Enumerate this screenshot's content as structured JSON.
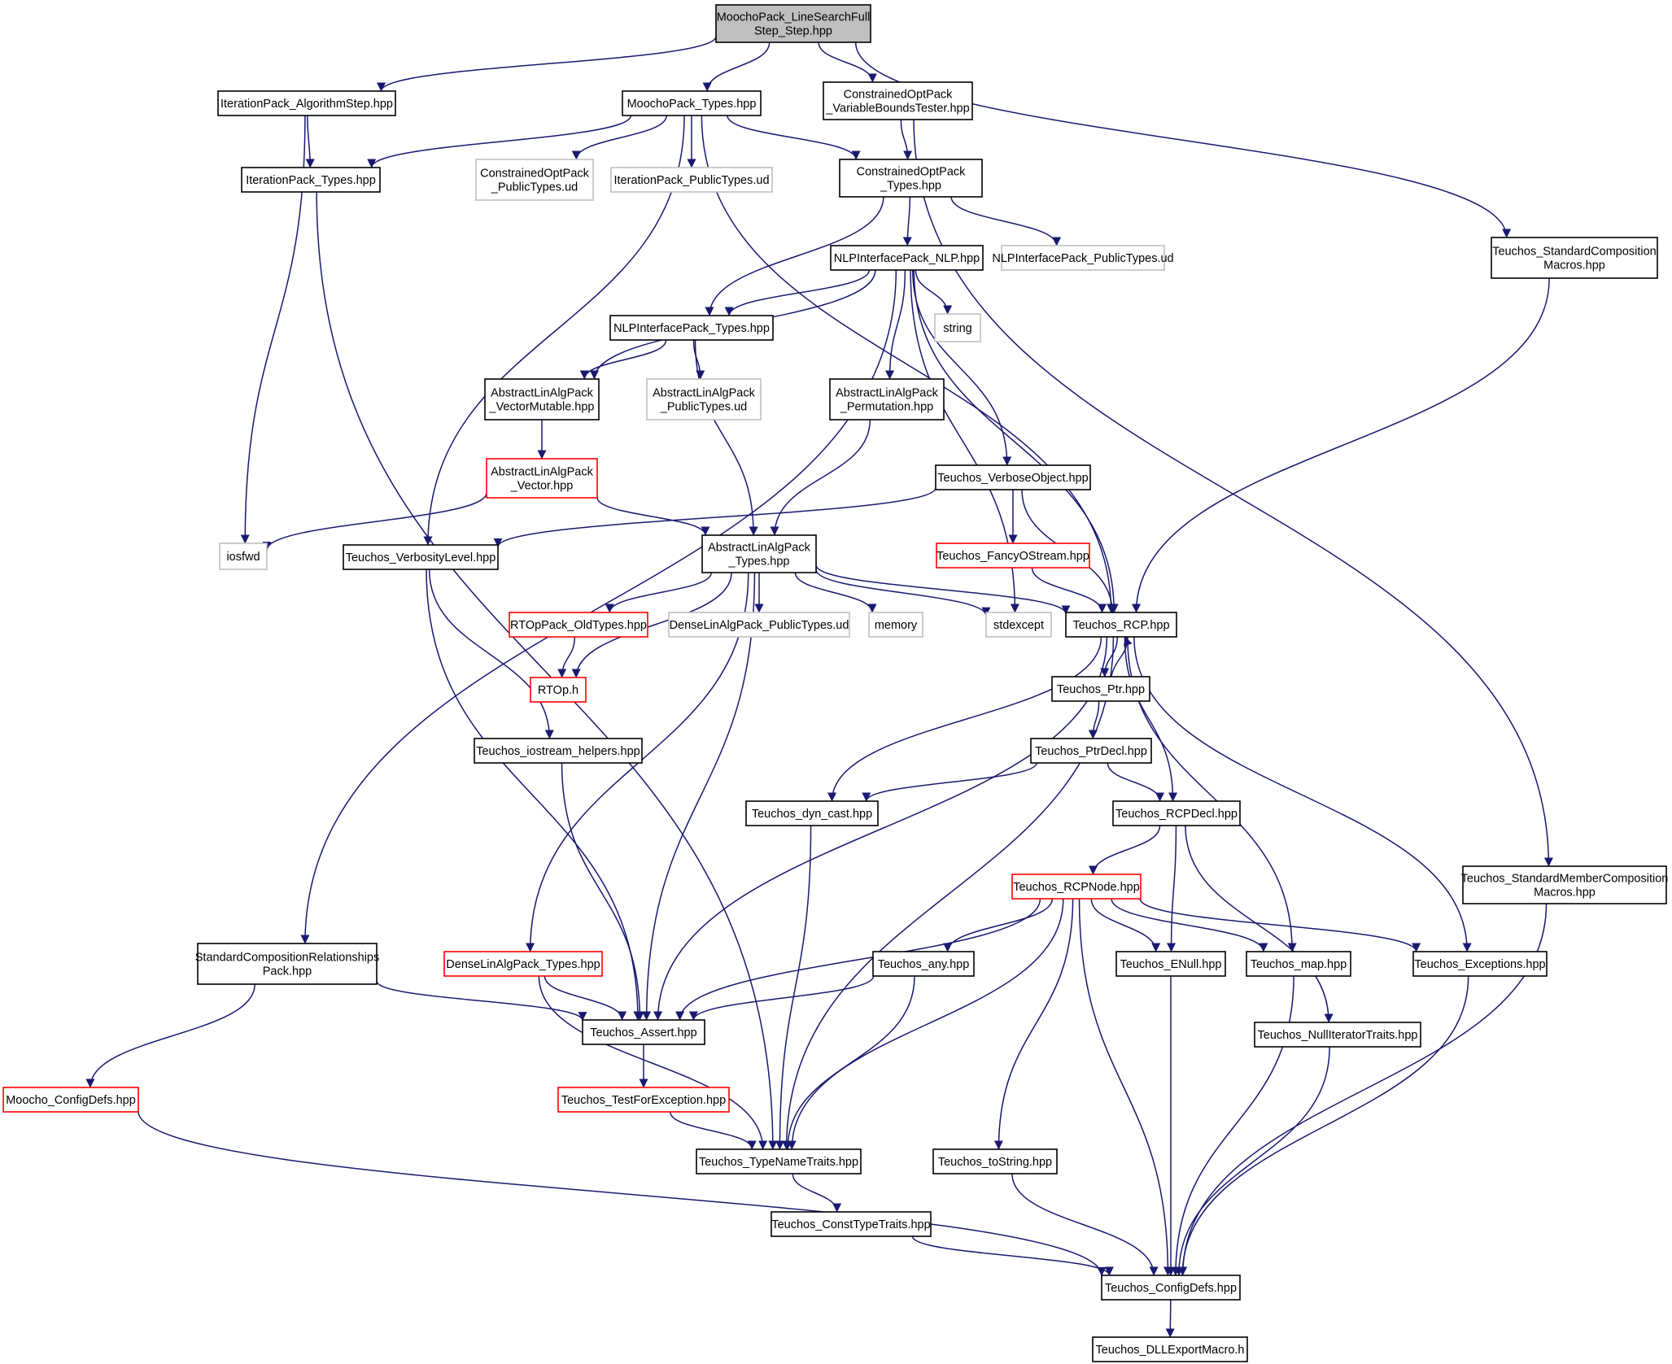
{
  "colors": {
    "edge": "#191970",
    "root_fill": "#bfbfbf",
    "normal_border": "#000000",
    "leaf_border": "#bfbfbf",
    "red_border": "#ff0000",
    "background": "#ffffff"
  },
  "nodes": [
    {
      "id": "root",
      "lines": [
        "MoochoPack_LineSearchFull",
        "Step_Step.hpp"
      ],
      "style": "root"
    },
    {
      "id": "itp_algstep",
      "lines": [
        "IterationPack_AlgorithmStep.hpp"
      ],
      "style": "normal"
    },
    {
      "id": "moocho_types",
      "lines": [
        "MoochoPack_Types.hpp"
      ],
      "style": "normal"
    },
    {
      "id": "cop_vbt",
      "lines": [
        "ConstrainedOptPack",
        "_VariableBoundsTester.hpp"
      ],
      "style": "normal"
    },
    {
      "id": "itp_types",
      "lines": [
        "IterationPack_Types.hpp"
      ],
      "style": "normal"
    },
    {
      "id": "cop_public_ud",
      "lines": [
        "ConstrainedOptPack",
        "_PublicTypes.ud"
      ],
      "style": "leaf"
    },
    {
      "id": "itp_public_ud",
      "lines": [
        "IterationPack_PublicTypes.ud"
      ],
      "style": "leaf"
    },
    {
      "id": "cop_types",
      "lines": [
        "ConstrainedOptPack",
        "_Types.hpp"
      ],
      "style": "normal"
    },
    {
      "id": "teuchos_stdcomp",
      "lines": [
        "Teuchos_StandardComposition",
        "Macros.hpp"
      ],
      "style": "normal"
    },
    {
      "id": "nlp",
      "lines": [
        "NLPInterfacePack_NLP.hpp"
      ],
      "style": "normal"
    },
    {
      "id": "nlp_public_ud",
      "lines": [
        "NLPInterfacePack_PublicTypes.ud"
      ],
      "style": "leaf"
    },
    {
      "id": "nlp_types",
      "lines": [
        "NLPInterfacePack_Types.hpp"
      ],
      "style": "normal"
    },
    {
      "id": "string",
      "lines": [
        "string"
      ],
      "style": "leaf"
    },
    {
      "id": "ala_vecmut",
      "lines": [
        "AbstractLinAlgPack",
        "_VectorMutable.hpp"
      ],
      "style": "normal"
    },
    {
      "id": "ala_public_ud",
      "lines": [
        "AbstractLinAlgPack",
        "_PublicTypes.ud"
      ],
      "style": "leaf"
    },
    {
      "id": "ala_perm",
      "lines": [
        "AbstractLinAlgPack",
        "_Permutation.hpp"
      ],
      "style": "normal"
    },
    {
      "id": "ala_vector",
      "lines": [
        "AbstractLinAlgPack",
        "_Vector.hpp"
      ],
      "style": "red"
    },
    {
      "id": "teuchos_verbobj",
      "lines": [
        "Teuchos_VerboseObject.hpp"
      ],
      "style": "normal"
    },
    {
      "id": "iosfwd",
      "lines": [
        "iosfwd"
      ],
      "style": "leaf"
    },
    {
      "id": "teuchos_verblevel",
      "lines": [
        "Teuchos_VerbosityLevel.hpp"
      ],
      "style": "normal"
    },
    {
      "id": "ala_types",
      "lines": [
        "AbstractLinAlgPack",
        "_Types.hpp"
      ],
      "style": "normal"
    },
    {
      "id": "teuchos_fancy",
      "lines": [
        "Teuchos_FancyOStream.hpp"
      ],
      "style": "red"
    },
    {
      "id": "rtop_old",
      "lines": [
        "RTOpPack_OldTypes.hpp"
      ],
      "style": "red"
    },
    {
      "id": "dla_public_ud",
      "lines": [
        "DenseLinAlgPack_PublicTypes.ud"
      ],
      "style": "leaf"
    },
    {
      "id": "memory",
      "lines": [
        "memory"
      ],
      "style": "leaf"
    },
    {
      "id": "stdexcept",
      "lines": [
        "stdexcept"
      ],
      "style": "leaf"
    },
    {
      "id": "teuchos_rcp",
      "lines": [
        "Teuchos_RCP.hpp"
      ],
      "style": "normal"
    },
    {
      "id": "rtop_h",
      "lines": [
        "RTOp.h"
      ],
      "style": "red"
    },
    {
      "id": "teuchos_ptr",
      "lines": [
        "Teuchos_Ptr.hpp"
      ],
      "style": "normal"
    },
    {
      "id": "teuchos_iostream",
      "lines": [
        "Teuchos_iostream_helpers.hpp"
      ],
      "style": "normal"
    },
    {
      "id": "teuchos_ptrdecl",
      "lines": [
        "Teuchos_PtrDecl.hpp"
      ],
      "style": "normal"
    },
    {
      "id": "teuchos_dyncast",
      "lines": [
        "Teuchos_dyn_cast.hpp"
      ],
      "style": "normal"
    },
    {
      "id": "teuchos_rcpdecl",
      "lines": [
        "Teuchos_RCPDecl.hpp"
      ],
      "style": "normal"
    },
    {
      "id": "teuchos_stdmember",
      "lines": [
        "Teuchos_StandardMemberComposition",
        "Macros.hpp"
      ],
      "style": "normal"
    },
    {
      "id": "teuchos_rcpnode",
      "lines": [
        "Teuchos_RCPNode.hpp"
      ],
      "style": "red"
    },
    {
      "id": "scr_pack",
      "lines": [
        "StandardCompositionRelationships",
        "Pack.hpp"
      ],
      "style": "normal"
    },
    {
      "id": "dla_types",
      "lines": [
        "DenseLinAlgPack_Types.hpp"
      ],
      "style": "red"
    },
    {
      "id": "teuchos_any",
      "lines": [
        "Teuchos_any.hpp"
      ],
      "style": "normal"
    },
    {
      "id": "teuchos_enull",
      "lines": [
        "Teuchos_ENull.hpp"
      ],
      "style": "normal"
    },
    {
      "id": "teuchos_map",
      "lines": [
        "Teuchos_map.hpp"
      ],
      "style": "normal"
    },
    {
      "id": "teuchos_exceptions",
      "lines": [
        "Teuchos_Exceptions.hpp"
      ],
      "style": "normal"
    },
    {
      "id": "teuchos_assert",
      "lines": [
        "Teuchos_Assert.hpp"
      ],
      "style": "normal"
    },
    {
      "id": "teuchos_nulliter",
      "lines": [
        "Teuchos_NullIteratorTraits.hpp"
      ],
      "style": "normal"
    },
    {
      "id": "moocho_configdefs",
      "lines": [
        "Moocho_ConfigDefs.hpp"
      ],
      "style": "red"
    },
    {
      "id": "teuchos_testforex",
      "lines": [
        "Teuchos_TestForException.hpp"
      ],
      "style": "red"
    },
    {
      "id": "teuchos_typename",
      "lines": [
        "Teuchos_TypeNameTraits.hpp"
      ],
      "style": "normal"
    },
    {
      "id": "teuchos_tostring",
      "lines": [
        "Teuchos_toString.hpp"
      ],
      "style": "normal"
    },
    {
      "id": "teuchos_consttype",
      "lines": [
        "Teuchos_ConstTypeTraits.hpp"
      ],
      "style": "normal"
    },
    {
      "id": "teuchos_configdefs",
      "lines": [
        "Teuchos_ConfigDefs.hpp"
      ],
      "style": "normal"
    },
    {
      "id": "teuchos_dllexport",
      "lines": [
        "Teuchos_DLLExportMacro.h"
      ],
      "style": "normal"
    }
  ],
  "edges": [
    [
      "root",
      "itp_algstep"
    ],
    [
      "root",
      "moocho_types"
    ],
    [
      "root",
      "cop_vbt"
    ],
    [
      "root",
      "teuchos_stdcomp"
    ],
    [
      "itp_algstep",
      "itp_types"
    ],
    [
      "itp_algstep",
      "iosfwd"
    ],
    [
      "moocho_types",
      "itp_types"
    ],
    [
      "moocho_types",
      "cop_public_ud"
    ],
    [
      "moocho_types",
      "itp_public_ud"
    ],
    [
      "moocho_types",
      "cop_types"
    ],
    [
      "moocho_types",
      "teuchos_verblevel"
    ],
    [
      "moocho_types",
      "teuchos_rcp"
    ],
    [
      "cop_vbt",
      "cop_types"
    ],
    [
      "cop_vbt",
      "teuchos_stdmember"
    ],
    [
      "itp_types",
      "teuchos_typename"
    ],
    [
      "cop_types",
      "nlp"
    ],
    [
      "cop_types",
      "nlp_public_ud"
    ],
    [
      "cop_types",
      "nlp_types"
    ],
    [
      "teuchos_stdcomp",
      "teuchos_rcp"
    ],
    [
      "nlp",
      "nlp_types"
    ],
    [
      "nlp",
      "string"
    ],
    [
      "nlp",
      "ala_vecmut"
    ],
    [
      "nlp",
      "ala_perm"
    ],
    [
      "nlp",
      "teuchos_verbobj"
    ],
    [
      "nlp",
      "stdexcept"
    ],
    [
      "nlp",
      "teuchos_rcp"
    ],
    [
      "nlp",
      "scr_pack"
    ],
    [
      "nlp_types",
      "ala_vecmut"
    ],
    [
      "nlp_types",
      "ala_public_ud"
    ],
    [
      "nlp_types",
      "ala_types"
    ],
    [
      "ala_vecmut",
      "ala_vector"
    ],
    [
      "ala_vector",
      "iosfwd"
    ],
    [
      "ala_vector",
      "ala_types"
    ],
    [
      "ala_perm",
      "ala_types"
    ],
    [
      "teuchos_verbobj",
      "teuchos_verblevel"
    ],
    [
      "teuchos_verbobj",
      "teuchos_fancy"
    ],
    [
      "teuchos_verbobj",
      "teuchos_rcp"
    ],
    [
      "teuchos_fancy",
      "teuchos_rcp"
    ],
    [
      "teuchos_verblevel",
      "teuchos_iostream"
    ],
    [
      "teuchos_verblevel",
      "teuchos_assert"
    ],
    [
      "ala_types",
      "rtop_old"
    ],
    [
      "ala_types",
      "dla_public_ud"
    ],
    [
      "ala_types",
      "memory"
    ],
    [
      "ala_types",
      "stdexcept"
    ],
    [
      "ala_types",
      "teuchos_rcp"
    ],
    [
      "ala_types",
      "rtop_h"
    ],
    [
      "ala_types",
      "dla_types"
    ],
    [
      "ala_types",
      "teuchos_assert"
    ],
    [
      "rtop_old",
      "rtop_h"
    ],
    [
      "teuchos_rcp",
      "teuchos_ptr"
    ],
    [
      "teuchos_rcp",
      "teuchos_dyncast"
    ],
    [
      "teuchos_rcp",
      "teuchos_rcpdecl"
    ],
    [
      "teuchos_rcp",
      "teuchos_map"
    ],
    [
      "teuchos_rcp",
      "teuchos_exceptions"
    ],
    [
      "teuchos_rcp",
      "teuchos_assert"
    ],
    [
      "teuchos_rcp",
      "teuchos_typename"
    ],
    [
      "teuchos_ptr",
      "teuchos_rcp"
    ],
    [
      "teuchos_ptr",
      "teuchos_ptrdecl"
    ],
    [
      "teuchos_ptrdecl",
      "teuchos_dyncast"
    ],
    [
      "teuchos_ptrdecl",
      "teuchos_rcpdecl"
    ],
    [
      "teuchos_iostream",
      "teuchos_assert"
    ],
    [
      "teuchos_dyncast",
      "teuchos_typename"
    ],
    [
      "teuchos_rcpdecl",
      "teuchos_rcpnode"
    ],
    [
      "teuchos_rcpdecl",
      "teuchos_enull"
    ],
    [
      "teuchos_rcpdecl",
      "teuchos_nulliter"
    ],
    [
      "teuchos_stdmember",
      "teuchos_configdefs"
    ],
    [
      "teuchos_rcpnode",
      "teuchos_any"
    ],
    [
      "teuchos_rcpnode",
      "teuchos_enull"
    ],
    [
      "teuchos_rcpnode",
      "teuchos_map"
    ],
    [
      "teuchos_rcpnode",
      "teuchos_exceptions"
    ],
    [
      "teuchos_rcpnode",
      "teuchos_assert"
    ],
    [
      "teuchos_rcpnode",
      "teuchos_typename"
    ],
    [
      "teuchos_rcpnode",
      "teuchos_tostring"
    ],
    [
      "teuchos_rcpnode",
      "teuchos_configdefs"
    ],
    [
      "scr_pack",
      "teuchos_assert"
    ],
    [
      "scr_pack",
      "moocho_configdefs"
    ],
    [
      "dla_types",
      "teuchos_assert"
    ],
    [
      "dla_types",
      "teuchos_typename"
    ],
    [
      "teuchos_any",
      "teuchos_assert"
    ],
    [
      "teuchos_any",
      "teuchos_typename"
    ],
    [
      "teuchos_enull",
      "teuchos_configdefs"
    ],
    [
      "teuchos_map",
      "teuchos_configdefs"
    ],
    [
      "teuchos_exceptions",
      "teuchos_configdefs"
    ],
    [
      "teuchos_nulliter",
      "teuchos_configdefs"
    ],
    [
      "teuchos_assert",
      "teuchos_testforex"
    ],
    [
      "teuchos_testforex",
      "teuchos_typename"
    ],
    [
      "moocho_configdefs",
      "teuchos_configdefs"
    ],
    [
      "teuchos_typename",
      "teuchos_consttype"
    ],
    [
      "teuchos_tostring",
      "teuchos_configdefs"
    ],
    [
      "teuchos_consttype",
      "teuchos_configdefs"
    ],
    [
      "teuchos_configdefs",
      "teuchos_dllexport"
    ]
  ]
}
